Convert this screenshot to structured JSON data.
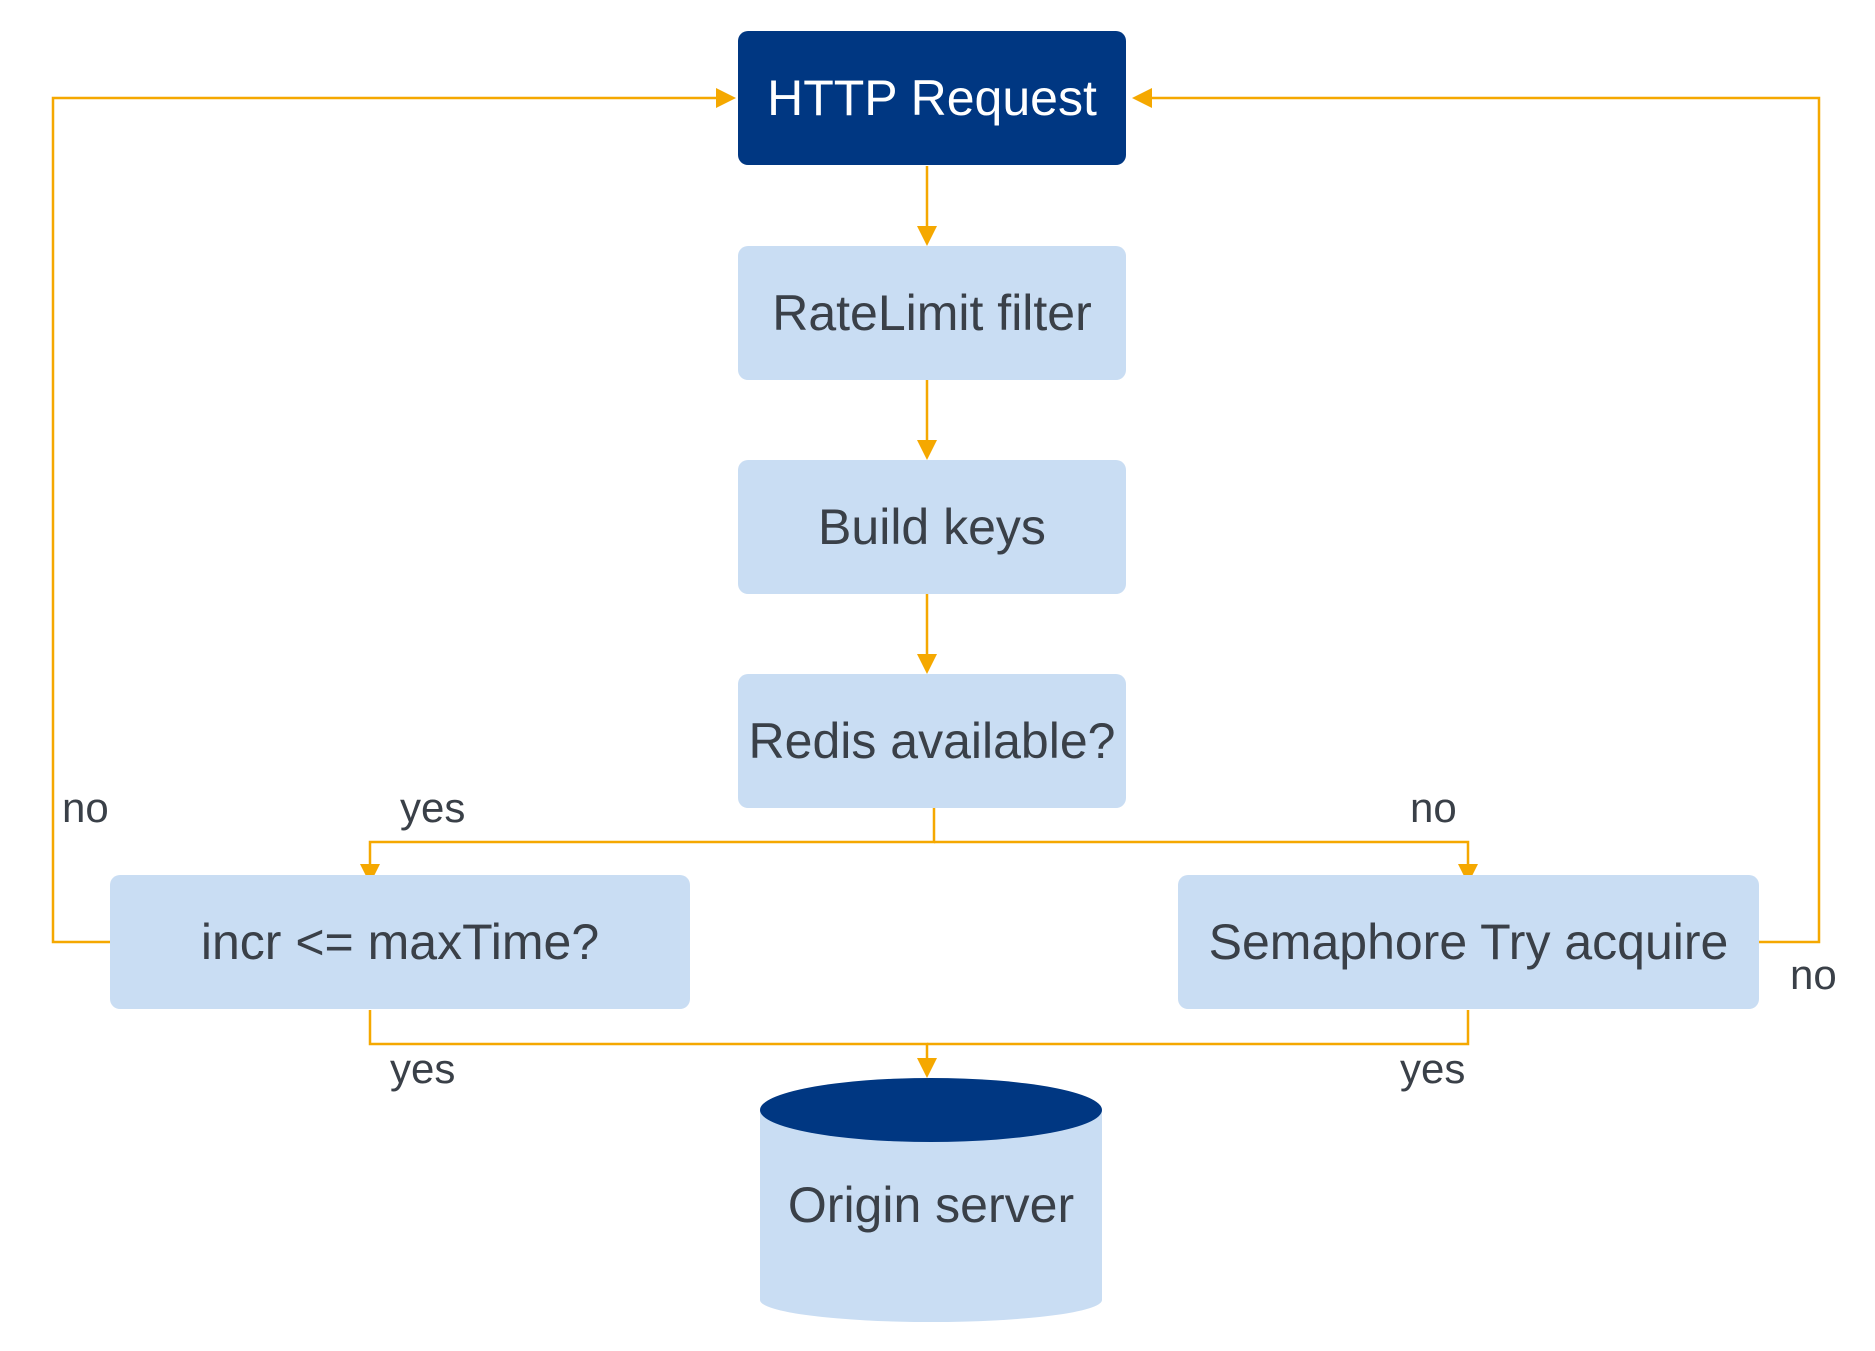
{
  "nodes": {
    "http_request": "HTTP Request",
    "ratelimit_filter": "RateLimit filter",
    "build_keys": "Build keys",
    "redis_available": "Redis available?",
    "incr_check": "incr <= maxTime?",
    "semaphore": "Semaphore Try acquire",
    "origin_server": "Origin server"
  },
  "edge_labels": {
    "redis_yes": "yes",
    "redis_no": "no",
    "incr_no": "no",
    "incr_yes": "yes",
    "semaphore_no": "no",
    "semaphore_yes": "yes"
  },
  "colors": {
    "start_node": "#003782",
    "process_node": "#c9ddf3",
    "connector": "#f5a800",
    "text": "#3a4048"
  }
}
